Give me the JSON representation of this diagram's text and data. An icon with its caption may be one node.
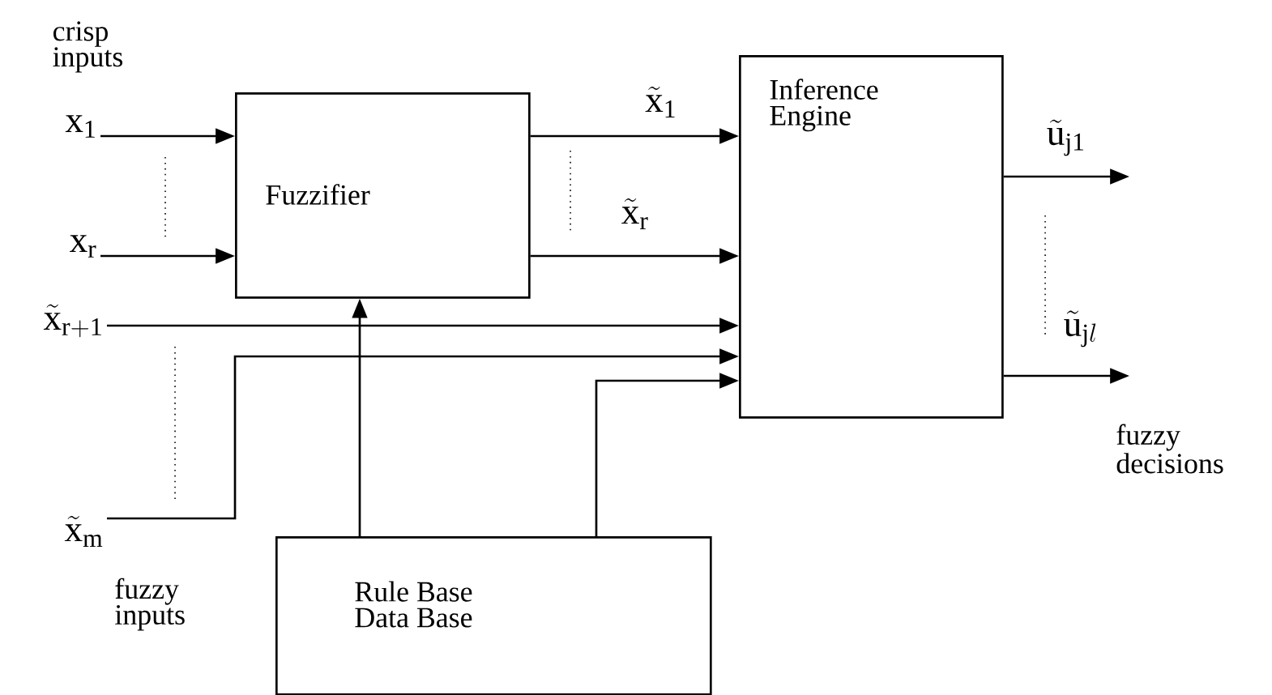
{
  "diagram": {
    "nodes": [
      {
        "text": [
          "Fuzzifier"
        ]
      },
      {
        "text": [
          "Inference Engine"
        ]
      },
      {
        "text": [
          "Rule Base Data Base"
        ]
      },
      {
        "text": [
          "\\mathrm{x}_{\\mathrm{1}}"
        ]
      },
      {
        "text": [
          "\\mathrm{x}_{\\mathrm{r}}"
        ]
      },
      {
        "text": [
          "\\tilde{\\mathrm{x}}_{\\mathrm{r+1}}"
        ]
      },
      {
        "text": [
          "\\tilde{\\mathrm{x}}_{\\mathrm{m}}"
        ]
      }
    ],
    "edges": [
      {
        "from": 3,
        "to": 0,
        "arrow": "to"
      },
      {
        "from": 4,
        "to": 0,
        "arrow": "to"
      },
      {
        "from": 5,
        "to": 1,
        "arrow": "to"
      },
      {
        "from": 6,
        "to": 1,
        "arrow": "to"
      },
      {
        "from": 2,
        "to": 0,
        "arrow": "to"
      },
      {
        "from": 2,
        "to": 1,
        "arrow": "to"
      },
      {
        "from": 0,
        "to": 1,
        "arrow": "to",
        "label": "\\tilde{\\mathrm{x}}_{\\mathrm{1}}"
      },
      {
        "from": 0,
        "to": 1,
        "arrow": "to",
        "label": "\\tilde{\\mathrm{x}}_{\\mathrm{r}}"
      },
      {
        "from": 1,
        "to": null,
        "arrow": "to",
        "label": "\\tilde{\\mathrm{u}}_{\\mathrm{j1}}"
      },
      {
        "from": 1,
        "to": null,
        "arrow": "to",
        "label": "\\tilde{\\mathrm{u}}_{\\mathrm{j}l}"
      }
    ],
    "labels": [
      "crisp inputs",
      "fuzzy inputs",
      "fuzzy decisions"
    ]
  }
}
